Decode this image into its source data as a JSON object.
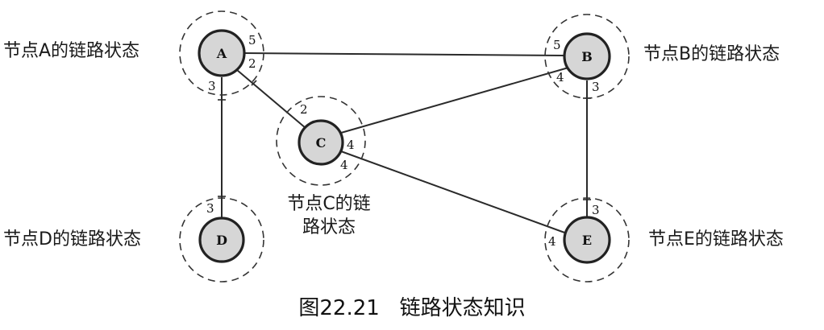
{
  "nodes": [
    {
      "id": "A",
      "label": "A",
      "state_label": "节点A的链路状态"
    },
    {
      "id": "B",
      "label": "B",
      "state_label": "节点B的链路状态"
    },
    {
      "id": "C",
      "label": "C",
      "state_label_lines": [
        "节点C的链",
        "路状态"
      ]
    },
    {
      "id": "D",
      "label": "D",
      "state_label": "节点D的链路状态"
    },
    {
      "id": "E",
      "label": "E",
      "state_label": "节点E的链路状态"
    }
  ],
  "links": [
    {
      "from": "A",
      "to": "B",
      "cost_at_from": "5",
      "cost_at_to": "5"
    },
    {
      "from": "A",
      "to": "C",
      "cost_at_from": "2",
      "cost_at_to": "2"
    },
    {
      "from": "A",
      "to": "D",
      "cost_at_from": "3",
      "cost_at_to": "3"
    },
    {
      "from": "B",
      "to": "C",
      "cost_at_from": "4",
      "cost_at_to": "4"
    },
    {
      "from": "B",
      "to": "E",
      "cost_at_from": "3",
      "cost_at_to": "3"
    },
    {
      "from": "C",
      "to": "E",
      "cost_at_from": "4",
      "cost_at_to": "4"
    }
  ],
  "caption": {
    "number": "图22.21",
    "title": "链路状态知识"
  }
}
